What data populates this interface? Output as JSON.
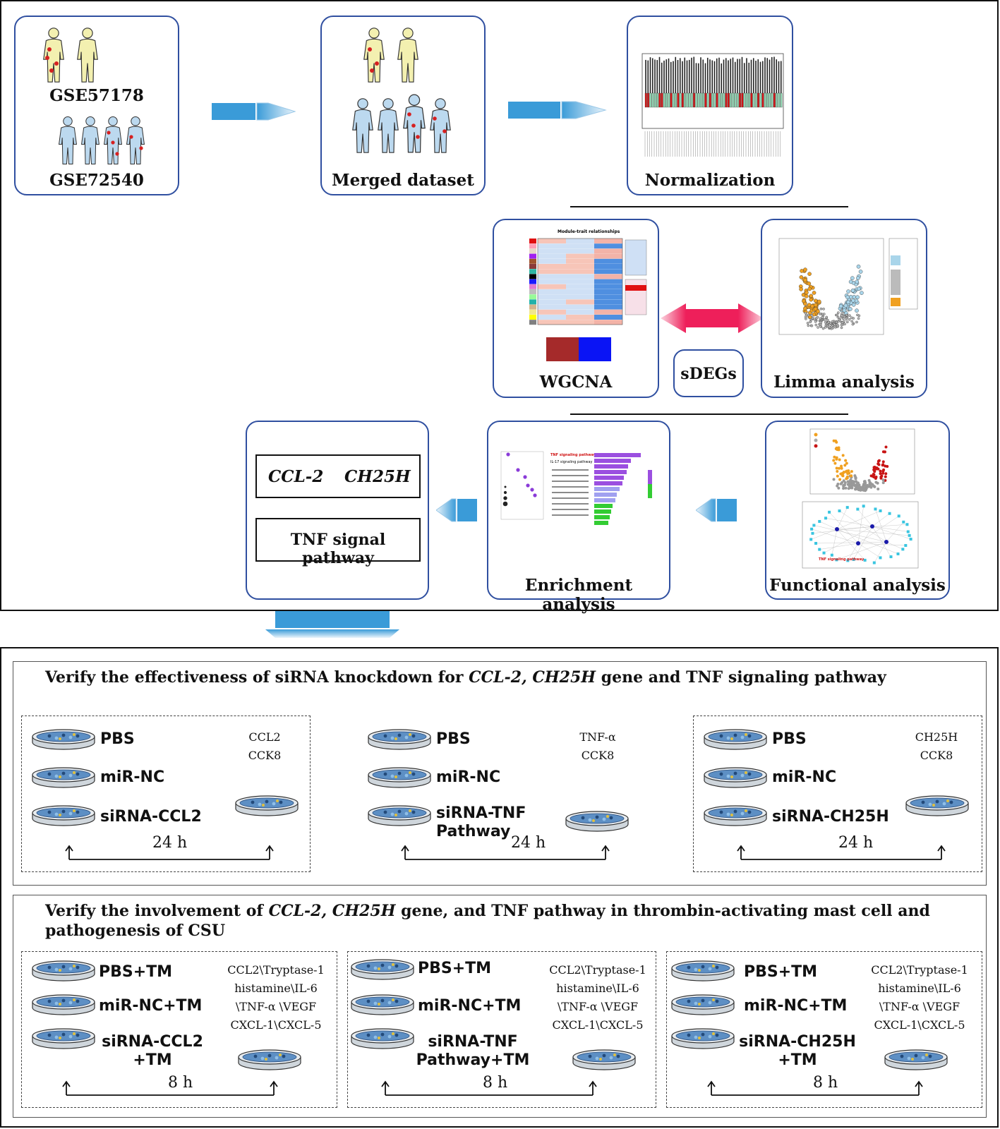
{
  "pipeline": {
    "datasets": {
      "label_a": "GSE57178",
      "label_b": "GSE72540"
    },
    "merged": {
      "label": "Merged dataset"
    },
    "normalization": {
      "label": "Normalization"
    },
    "wgcna": {
      "label": "WGCNA",
      "heatmap_title": "Module-trait relationships"
    },
    "sdegs": {
      "label": "sDEGs"
    },
    "limma": {
      "label": "Limma  analysis"
    },
    "functional": {
      "label": "Functional analysis",
      "network_label": "TNF signaling pathway"
    },
    "enrichment": {
      "label": "Enrichment  analysis",
      "top_term": "TNF signaling pathway",
      "second_term": "IL-17 signaling pathway"
    },
    "result": {
      "genes_a": "CCL-2",
      "genes_b": "CH25H",
      "pathway": "TNF signal pathway"
    }
  },
  "experiment1": {
    "title_pre": "Verify the effectiveness of siRNA knockdown for ",
    "title_genes": "CCL-2, CH25H",
    "title_post": " gene and TNF signaling pathway",
    "groups": [
      {
        "labels": [
          "PBS",
          "miR-NC",
          "siRNA-CCL2"
        ],
        "assay": [
          "CCL2",
          "CCK8"
        ],
        "time": "24 h"
      },
      {
        "labels": [
          "PBS",
          "miR-NC",
          "siRNA-TNF Pathway"
        ],
        "assay": [
          "TNF-α",
          "CCK8"
        ],
        "time": "24 h"
      },
      {
        "labels": [
          "PBS",
          "miR-NC",
          "siRNA-CH25H"
        ],
        "assay": [
          "CH25H",
          "CCK8"
        ],
        "time": "24 h"
      }
    ]
  },
  "experiment2": {
    "title_pre": "Verify the involvement of ",
    "title_genes": "CCL-2, CH25H",
    "title_post": " gene, and TNF  pathway in thrombin-activating mast cell and",
    "title_line2": "pathogenesis of CSU",
    "groups": [
      {
        "labels": [
          "PBS+TM",
          "miR-NC+TM",
          "siRNA-CCL2 +TM"
        ],
        "assay": [
          "CCL2\\Tryptase-1",
          "histamine\\IL-6",
          "\\TNF-α \\VEGF",
          "CXCL-1\\CXCL-5"
        ],
        "time": "8 h"
      },
      {
        "labels": [
          "PBS+TM",
          "miR-NC+TM",
          "siRNA-TNF Pathway+TM"
        ],
        "assay": [
          "CCL2\\Tryptase-1",
          "histamine\\IL-6",
          "\\TNF-α \\VEGF",
          "CXCL-1\\CXCL-5"
        ],
        "time": "8 h"
      },
      {
        "labels": [
          "PBS+TM",
          "miR-NC+TM",
          "siRNA-CH25H +TM"
        ],
        "assay": [
          "CCL2\\Tryptase-1",
          "histamine\\IL-6",
          "\\TNF-α \\VEGF",
          "CXCL-1\\CXCL-5"
        ],
        "time": "8 h"
      }
    ]
  },
  "colors": {
    "card_border": "#2f4fa0",
    "arrow_blue": "#3a9bd8",
    "arrow_pink": "#ee1f5a",
    "person_yellow": "#f3f0b0",
    "person_blue": "#bcd9ef"
  }
}
